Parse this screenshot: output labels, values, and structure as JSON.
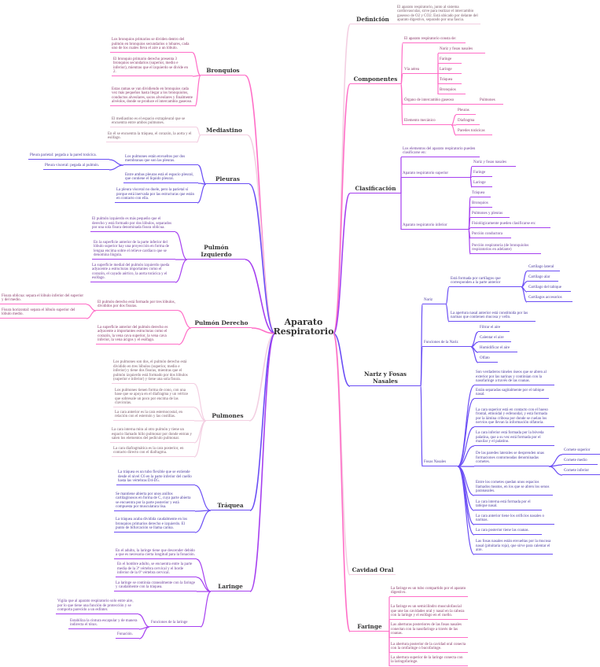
{
  "root": {
    "label": "Aparato Respiratorio"
  },
  "colors": {
    "pink": "#ff6ec7",
    "light_pink": "#f3cfe2",
    "blue_violet": "#6b4ef5",
    "violet": "#a640f0"
  },
  "left": [
    {
      "label": "Bronquios",
      "children": [
        {
          "text": "Los bronquios primarios se dividen dentro del pulmón en bronquios secundarios o lobares, cada uno de los cuales lleva el aire a un lóbulo."
        },
        {
          "text": "El bronquio primario derecho presenta 3 bronquios secundarios (superior, medio e inferior), mientras que el izquierdo se divide en 2."
        },
        {
          "text": "Estas ramas se van dividiendo en bronquios cada vez más pequeños hasta llegar a los bronquiolos, conductos alveolares, sacos alveolares y finalmente alvéolos, donde se produce el intercambio gaseoso."
        }
      ]
    },
    {
      "label": "Mediastino",
      "children": [
        {
          "text": "El mediastino es el espacio extrapleural que se encuentra entre ambos pulmones."
        },
        {
          "text": "En él se encuentra la tráquea, el corazón, la aorta y el esófago."
        }
      ]
    },
    {
      "label": "Pleuras",
      "children": [
        {
          "text": "Los pulmones están envueltos por dos membranas que son las pleuras.",
          "children": [
            {
              "text": "Pleura parietal: pegada a la pared torácica."
            },
            {
              "text": "Pleura visceral: pegada al pulmón."
            }
          ]
        },
        {
          "text": "Entre ambas pleuras está el espacio pleural, que contiene el líquido pleural."
        },
        {
          "text": "La pleura visceral no duele, pero la parietal sí porque está inervada por las estructuras que están en contacto con ella."
        }
      ]
    },
    {
      "label": "Pulmón Izquierdo",
      "children": [
        {
          "text": "El pulmón izquierdo es más pequeño que el derecho y está formado por dos lóbulos, separados por una sola fisura denominada fisura oblicua."
        },
        {
          "text": "En la superficie anterior de la parte inferior del lóbulo superior hay una proyección en forma de lengua encima sobre el relieve cardíaco que se denomina língula."
        },
        {
          "text": "La superficie medial del pulmón izquierdo queda adyacente a estructuras importantes como el corazón, el cayado aórtico, la aorta torácica y el esófago."
        }
      ]
    },
    {
      "label": "Pulmón Derecho",
      "children": [
        {
          "text": "El pulmón derecho está formado por tres lóbulos, divididos por dos fisuras.",
          "children": [
            {
              "text": "Fisura oblicua: separa el lóbulo inferior del superior y del medio."
            },
            {
              "text": "Fisura horizontal: separa el lóbulo superior del lóbulo medio."
            }
          ]
        },
        {
          "text": "La superficie anterior del pulmón derecho es adyacente a importantes estructuras como el corazón, la vena cava superior, la vena cava inferior, la vena ácigos y el esófago."
        }
      ]
    },
    {
      "label": "Pulmones",
      "children": [
        {
          "text": "Los pulmones son dos, el pulmón derecho está dividido en tres lóbulos (superior, medio e inferior) y tiene dos fisuras, mientras que el pulmón izquierdo está formado por dos lóbulos (superior e inferior) y tiene una sola fisura."
        },
        {
          "text": "Los pulmones tienen forma de cono, con una base que se apoya en el diafragma y un vértice que sobresale un poco por encima de las clavículas."
        },
        {
          "text": "La cara anterior es la cara esternocostal, en relación con el esternón y las costillas."
        },
        {
          "text": "La cara interna mira al otro pulmón y tiene un espacio llamado hilio pulmonar por donde entran y salen los elementos del pedículo pulmonar."
        },
        {
          "text": "La cara diafragmática es la cara posterior, en contacto directo con el diafragma."
        }
      ]
    },
    {
      "label": "Tráquea",
      "children": [
        {
          "text": "La tráquea es un tubo flexible que se extiende desde el nivel C6 en la parte inferior del cuello hasta las vértebras D4-D5."
        },
        {
          "text": "Se mantiene abierta por unos anillos cartilaginosos en forma de C, cuya parte abierta se encuentra por la parte posterior y está compuesta por musculatura lisa."
        },
        {
          "text": "La tráquea acaba dividida caudalmente en los bronquios primarios derecho e izquierdo. El punto de bifurcación se llama carina."
        }
      ]
    },
    {
      "label": "Laringe",
      "children": [
        {
          "text": "En el adulto, la laringe tiene que descender debido a que es necesaria cierta longitud para la fonación."
        },
        {
          "text": "En el hombre adulto, se encuentra entre la parte media de la 3ª vértebra cervical y el borde inferior de la 6ª vértebra cervical."
        },
        {
          "text": "La laringe se continúa cranealmente con la faringe y caudalmente con la tráquea."
        },
        {
          "text": "Funciones de la laringe",
          "children": [
            {
              "text": "Vigila que al aparato respiratorio solo entre aire, por lo que tiene una función de protección y se comporta parecido a un esfínter."
            },
            {
              "text": "Estabiliza la cintura escapular y de manera indirecta el tórax."
            },
            {
              "text": "Fonación."
            }
          ]
        }
      ]
    }
  ],
  "right": [
    {
      "label": "Definición",
      "children": [
        {
          "text": "El aparato respiratorio, junto al sistema cardiovascular, sirve para realizar el intercambio gaseoso de O2 y CO2. Está ubicado por delante del aparato digestivo, separado por una fascia."
        }
      ]
    },
    {
      "label": "Componentes",
      "children": [
        {
          "text": "El aparato respiratorio consta de:"
        },
        {
          "text": "Vía aérea",
          "children": [
            {
              "text": "Nariz y fosas nasales"
            },
            {
              "text": "Faringe"
            },
            {
              "text": "Laringe"
            },
            {
              "text": "Tráquea"
            },
            {
              "text": "Bronquios"
            }
          ]
        },
        {
          "text": "Órgano de intercambio gaseoso",
          "children": [
            {
              "text": "Pulmones"
            }
          ]
        },
        {
          "text": "Elemento mecánico",
          "children": [
            {
              "text": "Pleuras"
            },
            {
              "text": "Diafragma"
            },
            {
              "text": "Paredes torácicas"
            }
          ]
        }
      ]
    },
    {
      "label": "Clasificación",
      "children": [
        {
          "text": "Los elementos del aparato respiratorio pueden clasificarse en:"
        },
        {
          "text": "Aparato respiratorio superior",
          "children": [
            {
              "text": "Nariz y fosas nasales"
            },
            {
              "text": "Faringe"
            },
            {
              "text": "Laringe"
            }
          ]
        },
        {
          "text": "Aparato respiratorio inferior",
          "children": [
            {
              "text": "Tráquea"
            },
            {
              "text": "Bronquios"
            },
            {
              "text": "Pulmones y pleuras"
            },
            {
              "text": "Fisiológicamente pueden clasificarse en:"
            },
            {
              "text": "Porción conductora"
            },
            {
              "text": "Porción respiratoria (de bronquiolos respiratorios en adelante)"
            }
          ]
        }
      ]
    },
    {
      "label": "Nariz y Fosas Nasales",
      "children": [
        {
          "text": "Nariz",
          "children": [
            {
              "text": "Está formada por cartílagos que corresponden a la parte anterior",
              "children": [
                {
                  "text": "Cartílago lateral"
                },
                {
                  "text": "Cartílago alar"
                },
                {
                  "text": "Cartílago del tabique"
                },
                {
                  "text": "Cartílagos accesorios"
                }
              ]
            },
            {
              "text": "La apertura nasal anterior está constituida por las narinas que contienen mucosa y vello."
            }
          ]
        },
        {
          "text": "Funciones de la Nariz",
          "children": [
            {
              "text": "Filtrar el aire"
            },
            {
              "text": "Calentar el aire"
            },
            {
              "text": "Humidificar el aire"
            },
            {
              "text": "Olfato"
            }
          ]
        },
        {
          "text": "Fosas Nasales",
          "children": [
            {
              "text": "Son verdaderos túneles óseos que se abren al exterior por las narinas y continúan con la nasofaringe a través de las coanas."
            },
            {
              "text": "Están separadas sagitalmente por el tabique nasal."
            },
            {
              "text": "La cara superior está en contacto con el hueso frontal, etmoidal y esfenoidal, y está formada por la lámina cribosa por donde se cuelan los nervios que llevan la información olfatoria."
            },
            {
              "text": "La cara inferior está formada por la bóveda palatina, que a su vez está formada por el maxilar y el palatino."
            },
            {
              "text": "De las paredes laterales se desprenden unas formaciones contorneadas denominadas cornetes.",
              "children": [
                {
                  "text": "Cornete superior"
                },
                {
                  "text": "Cornete medio"
                },
                {
                  "text": "Cornete inferior"
                }
              ]
            },
            {
              "text": "Entre los cornetes quedan unos espacios llamados meatos, en los que se abren los senos paranasales."
            },
            {
              "text": "La cara interna está formada por el tabique nasal."
            },
            {
              "text": "La cara anterior tiene los orificios nasales o narinas."
            },
            {
              "text": "La cara posterior tiene las coanas."
            },
            {
              "text": "Las fosas nasales están envueltas por la mucosa nasal (pituitaria roja), que sirve para calentar el aire."
            }
          ]
        }
      ]
    },
    {
      "label": "Cavidad Oral",
      "children": []
    },
    {
      "label": "Faringe",
      "children": [
        {
          "text": "La faringe es un tubo compartido por el aparato digestivo."
        },
        {
          "text": "La faringe es un semicilindro musculofascial que une las cavidades oral y nasal en la cabeza con la laringe y el esófago en el cuello."
        },
        {
          "text": "Las aberturas posteriores de las fosas nasales conectan con la nasofaringe a través de las coanas."
        },
        {
          "text": "La abertura posterior de la cavidad oral conecta con la orofaringe o bucofaringe."
        },
        {
          "text": "La abertura superior de la laringe conecta con la laringofaringe."
        }
      ]
    }
  ]
}
